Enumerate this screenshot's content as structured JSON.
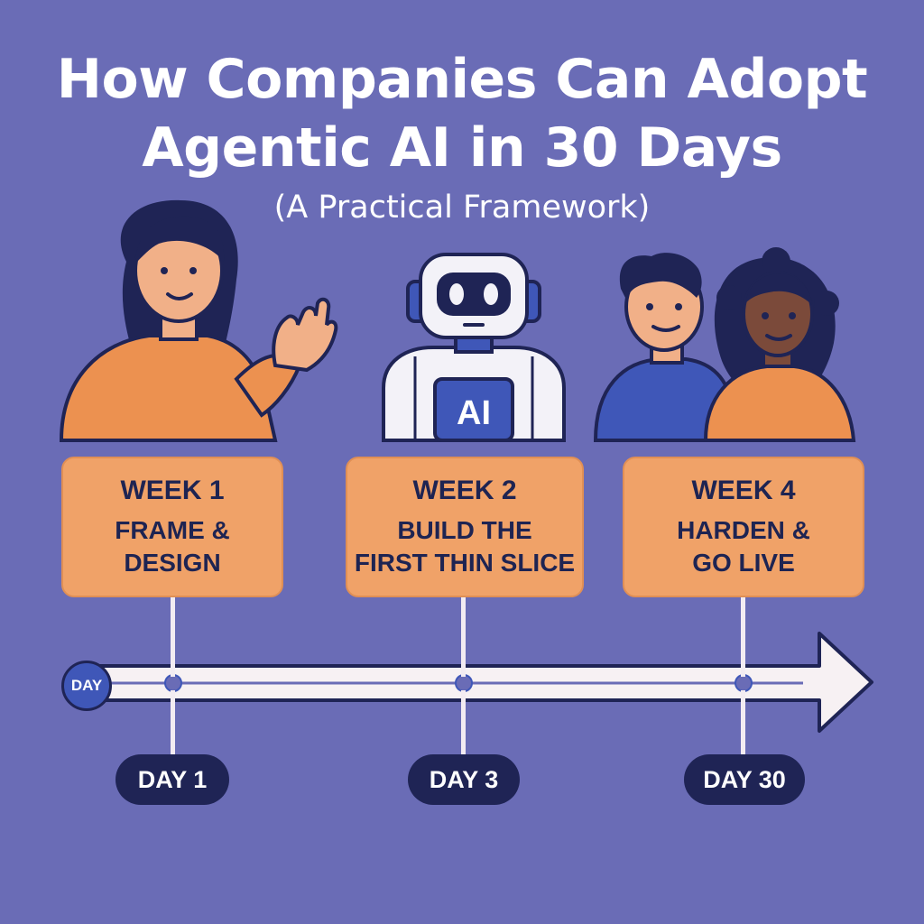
{
  "header": {
    "title_line1": "How Companies Can Adopt",
    "title_line2": "Agentic AI in 30 Days",
    "subtitle": "(A Practical Framework)"
  },
  "robot_badge": "AI",
  "timeline": {
    "start_label": "DAY",
    "stages": [
      {
        "week": "WEEK 1",
        "name_line1": "FRAME &",
        "name_line2": "DESIGN",
        "day": "DAY 1"
      },
      {
        "week": "WEEK 2",
        "name_line1": "BUILD THE",
        "name_line2": "FIRST THIN SLICE",
        "day": "DAY 3"
      },
      {
        "week": "WEEK 4",
        "name_line1": "HARDEN &",
        "name_line2": "GO LIVE",
        "day": "DAY 30"
      }
    ]
  },
  "colors": {
    "background": "#6a6cb6",
    "card": "#f0a268",
    "navy": "#1f2455",
    "track": "#f7f1f3"
  },
  "illustrations": [
    "woman-presenter-icon",
    "ai-robot-icon",
    "team-people-icon"
  ]
}
